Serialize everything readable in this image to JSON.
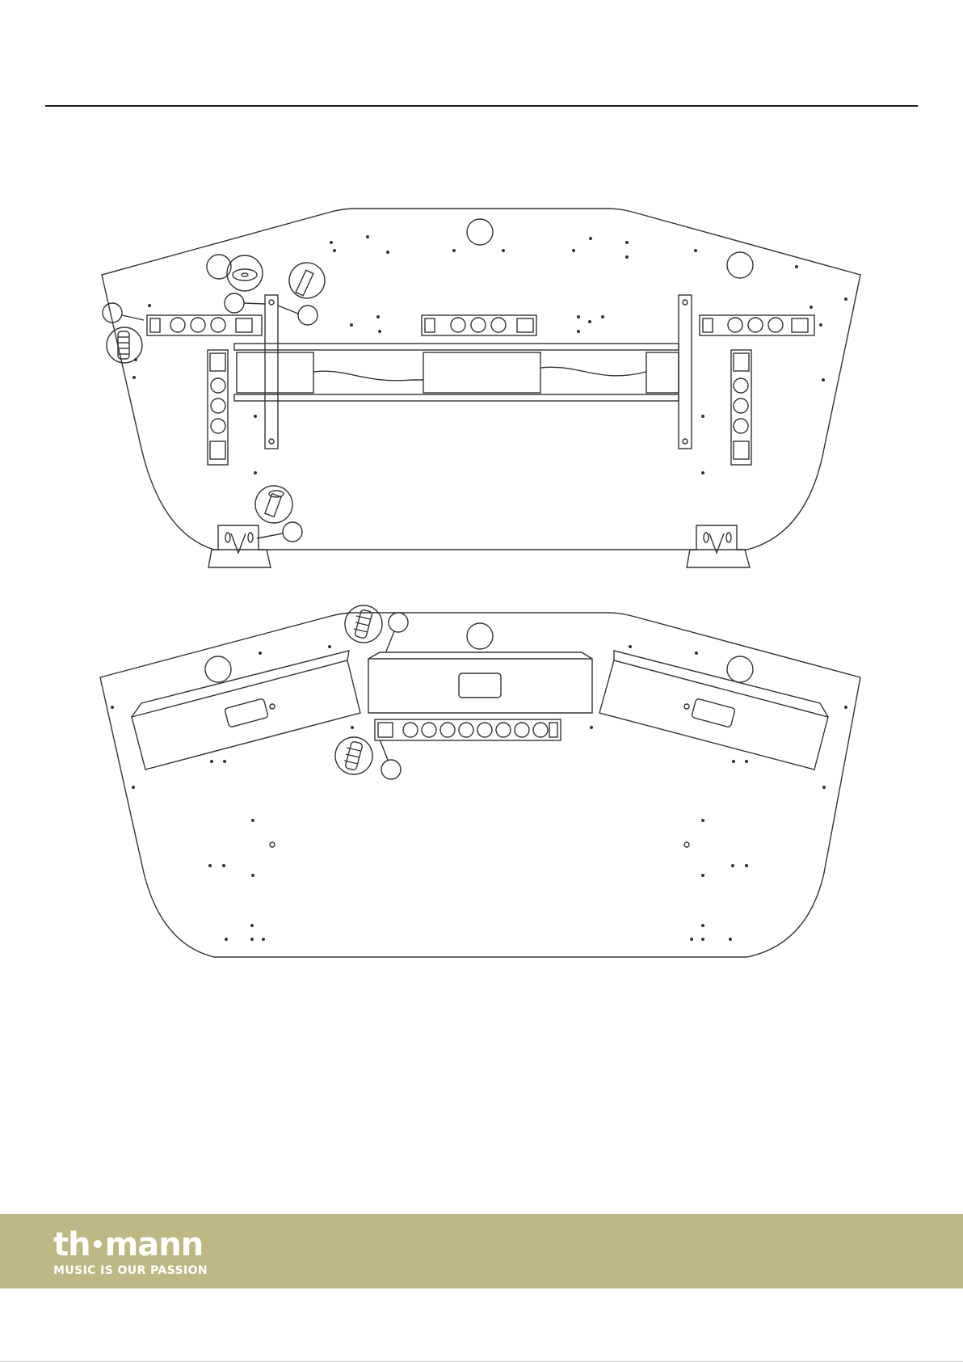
{
  "footer": {
    "brand_left": "th",
    "brand_right": "mann",
    "tagline": "MUSIC IS OUR PASSION",
    "background_color": "#bdb884",
    "text_color": "#ffffff"
  },
  "diagram": {
    "line_color": "#333333",
    "figure_top": {
      "name": "underside-assembly-power-strips-and-feet"
    },
    "figure_bottom": {
      "name": "underside-assembly-covers-and-center-strip"
    }
  }
}
